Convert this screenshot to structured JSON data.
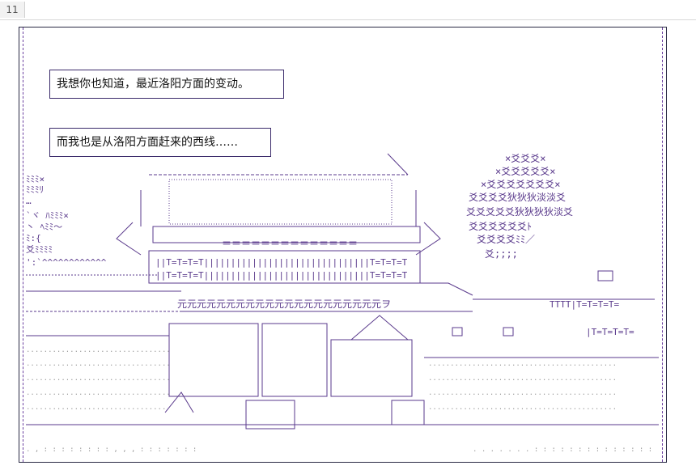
{
  "page": {
    "number": "11"
  },
  "captions": [
    {
      "text": "我想你也知道，最近洛阳方面的变动。"
    },
    {
      "text": "而我也是从洛阳方面赶来的西线……"
    }
  ],
  "colors": {
    "border": "#2a2a44",
    "art": "#6a3fa0",
    "dots": "#888888"
  }
}
